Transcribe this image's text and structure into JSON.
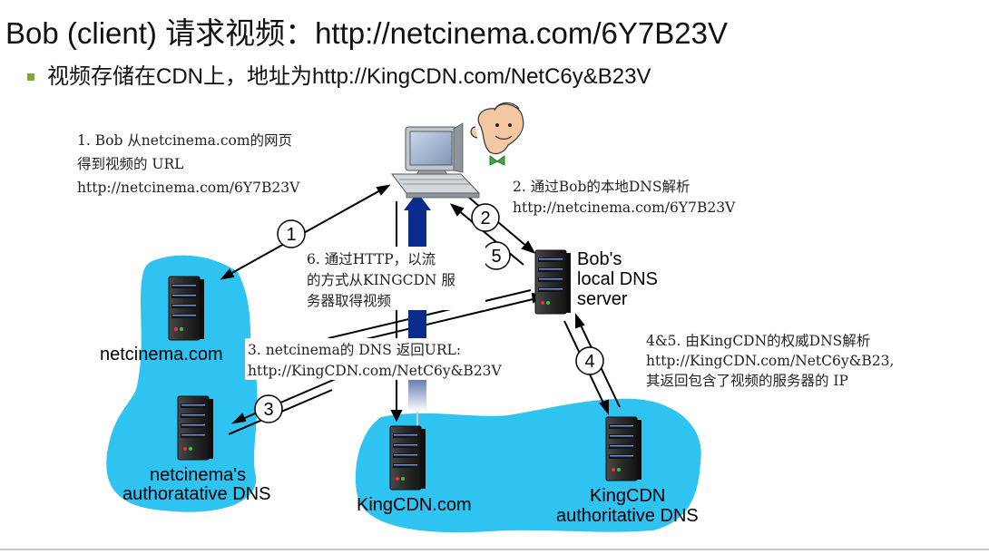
{
  "title": "Bob (client) 请求视频：http://netcinema.com/6Y7B23V",
  "subtitle": "视频存储在CDN上，地址为http://KingCDN.com/NetC6y&B23V",
  "colors": {
    "cloud": "#2ec3f0",
    "http_arrow": "#0a2c8c",
    "bullet": "#7aa93c"
  },
  "icons": [
    "computer-icon",
    "user-face-icon",
    "server-icon"
  ],
  "step1": {
    "line1": "1. Bob 从netcinema.com的网页",
    "line2": "得到视频的 URL",
    "line3": "http://netcinema.com/6Y7B23V"
  },
  "step2": {
    "line1": "2. 通过Bob的本地DNS解析",
    "line2": "http://netcinema.com/6Y7B23V"
  },
  "step3": {
    "line1": "3. netcinema的 DNS 返回URL:",
    "line2": "http://KingCDN.com/NetC6y&B23V"
  },
  "step45": {
    "line1": "4&5. 由KingCDN的权威DNS解析",
    "line2": "http://KingCDN.com/NetC6y&B23,",
    "line3": "其返回包含了视频的服务器的 IP"
  },
  "step6": {
    "line1": "6. 通过HTTP，以流",
    "line2": "的方式从KINGCDN 服",
    "line3": "务器取得视频"
  },
  "numbers": {
    "n1": "1",
    "n2": "2",
    "n3": "3",
    "n4": "4",
    "n5": "5"
  },
  "nodes": {
    "local_dns": {
      "line1": "Bob's",
      "line2": "local DNS",
      "line3": "server"
    },
    "netcinema": "netcinema.com",
    "netcinema_dns": {
      "line1": "netcinema's",
      "line2": "authoratative DNS"
    },
    "kingcdn": "KingCDN.com",
    "kingcdn_dns": {
      "line1": "KingCDN",
      "line2": "authoritative DNS"
    }
  }
}
